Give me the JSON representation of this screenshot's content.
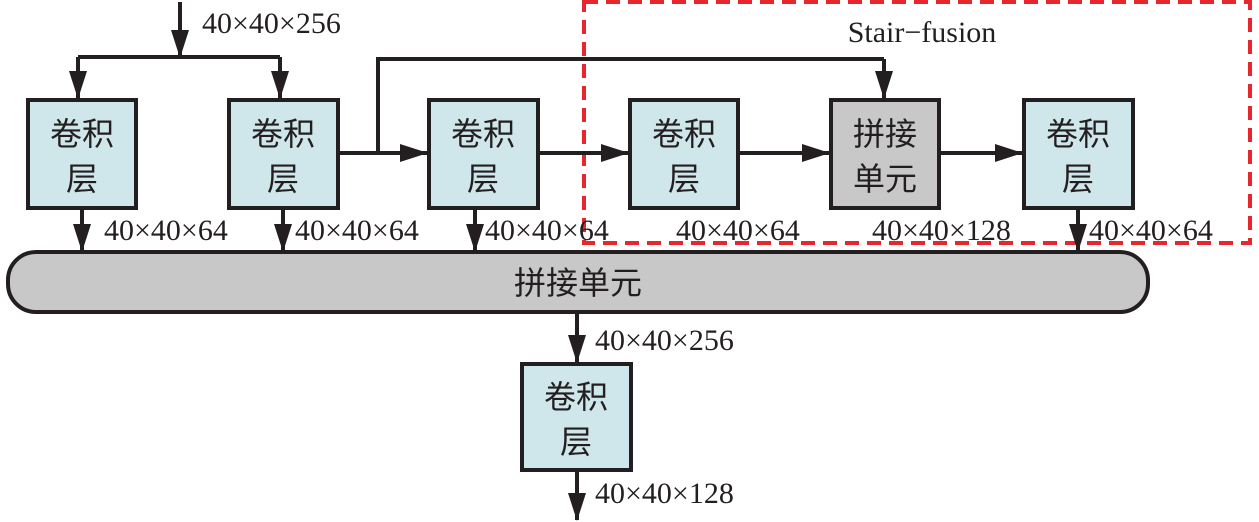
{
  "diagram": {
    "input_label": "40×40×256",
    "stair_fusion_label": "Stair−fusion",
    "highlight_color": "#e8262d",
    "conv_line1": "卷积",
    "conv_line2": "层",
    "concat_line1": "拼接",
    "concat_line2": "单元",
    "concat_bar_label": "拼接单元",
    "branch_labels": [
      "40×40×64",
      "40×40×64",
      "40×40×64",
      "40×40×64",
      "40×40×128",
      "40×40×64"
    ],
    "concat_output_label": "40×40×256",
    "final_output_label": "40×40×128"
  }
}
